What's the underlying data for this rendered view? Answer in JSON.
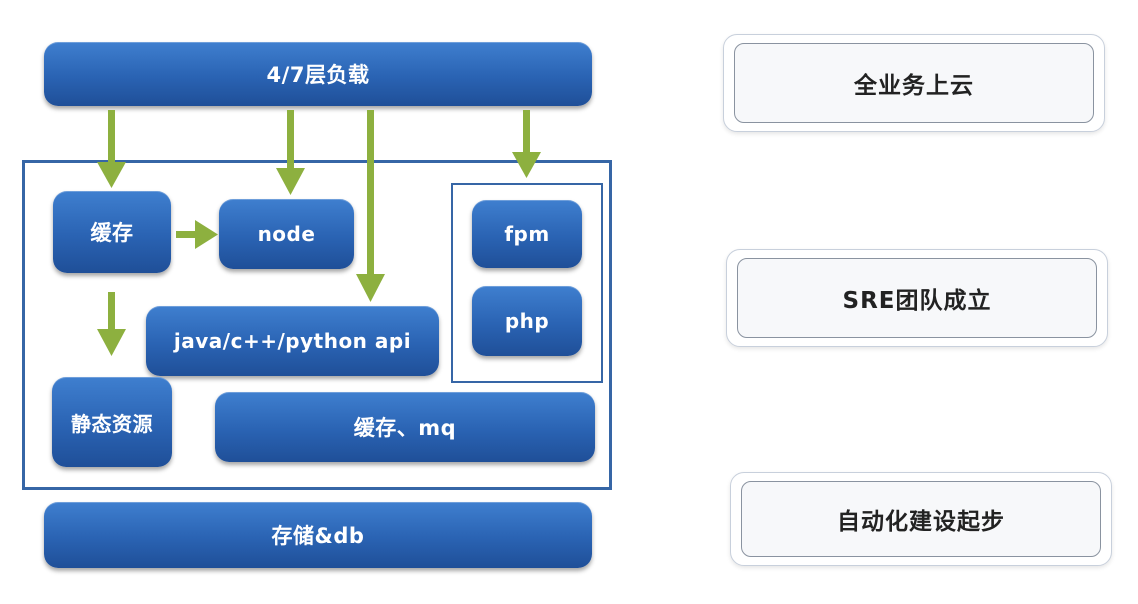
{
  "colors": {
    "box_blue": "#2a63b3",
    "frame_blue": "#3666a6",
    "arrow_green": "#8db03f",
    "card_border": "#8a93a0"
  },
  "diagram": {
    "load_balancer": "4/7层负载",
    "cache_left": "缓存",
    "node": "node",
    "fpm": "fpm",
    "php": "php",
    "api": "java/c++/python api",
    "static_resources": "静态资源",
    "cache_mq": "缓存、mq",
    "storage_db": "存储&db"
  },
  "milestones": [
    {
      "label": "全业务上云"
    },
    {
      "label": "SRE团队成立"
    },
    {
      "label": "自动化建设起步"
    }
  ]
}
